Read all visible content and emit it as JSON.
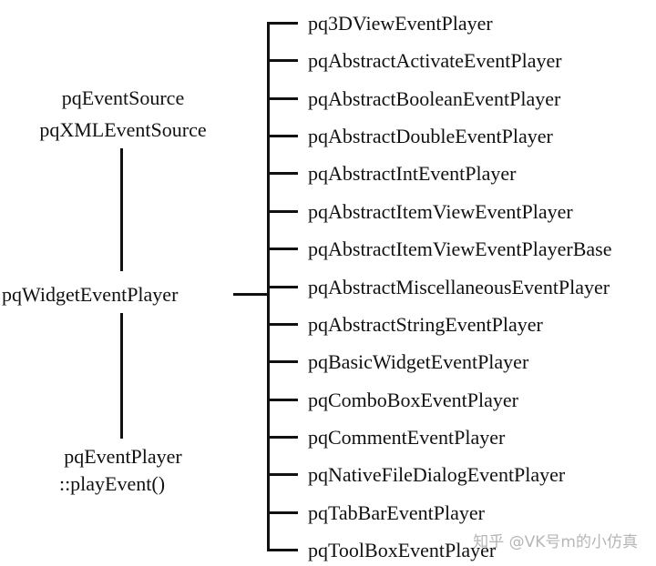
{
  "left_nodes": {
    "source_line1": "pqEventSource",
    "source_line2": "pqXMLEventSource",
    "widget_player": "pqWidgetEventPlayer",
    "event_player_line1": "pqEventPlayer",
    "event_player_line2": "::playEvent()"
  },
  "right_nodes": [
    "pq3DViewEventPlayer",
    "pqAbstractActivateEventPlayer",
    "pqAbstractBooleanEventPlayer",
    "pqAbstractDoubleEventPlayer",
    "pqAbstractIntEventPlayer",
    "pqAbstractItemViewEventPlayer",
    "pqAbstractItemViewEventPlayerBase",
    "pqAbstractMiscellaneousEventPlayer",
    "pqAbstractStringEventPlayer",
    "pqBasicWidgetEventPlayer",
    "pqComboBoxEventPlayer",
    "pqCommentEventPlayer",
    "pqNativeFileDialogEventPlayer",
    "pqTabBarEventPlayer",
    "pqToolBoxEventPlayer"
  ],
  "watermark": "知乎 @VK号m的小仿真",
  "colors": {
    "line": "#111111",
    "text": "#111111",
    "background": "#ffffff"
  }
}
